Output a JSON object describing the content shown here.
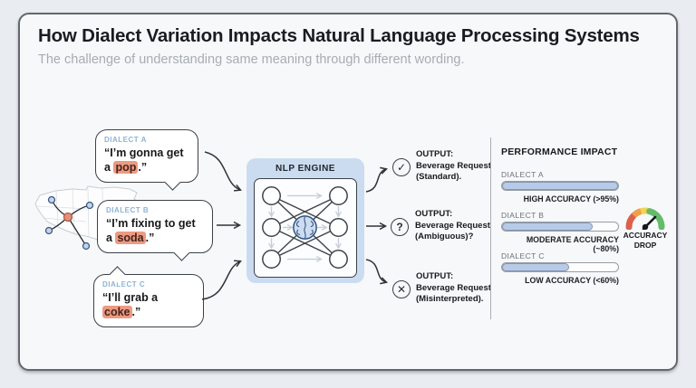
{
  "header": {
    "title": "How Dialect Variation Impacts Natural Language Processing Systems",
    "subtitle": "The challenge of understanding same meaning through different wording."
  },
  "engine": {
    "title": "NLP ENGINE"
  },
  "dialects": [
    {
      "label": "DIALECT A",
      "pre": "“I’m gonna get a ",
      "highlight": "pop",
      "post": ".”"
    },
    {
      "label": "DIALECT B",
      "pre": "“I’m fixing to get a ",
      "highlight": "soda",
      "post": ".”"
    },
    {
      "label": "DIALECT C",
      "pre": "“I’ll grab a ",
      "highlight": "coke",
      "post": ".”"
    }
  ],
  "outputs": [
    {
      "icon": "check-circle",
      "glyph": "✓",
      "line1": "OUTPUT:",
      "line2": "Beverage Request",
      "line3": "(Standard)."
    },
    {
      "icon": "question-circle",
      "glyph": "?",
      "line1": "OUTPUT:",
      "line2": "Beverage Request",
      "line3": "(Ambiguous)?"
    },
    {
      "icon": "cross-circle",
      "glyph": "✕",
      "line1": "OUTPUT:",
      "line2": "Beverage Request",
      "line3": "(Misinterpreted)."
    }
  ],
  "performance": {
    "title": "PERFORMANCE IMPACT",
    "bars": [
      {
        "label": "DIALECT A",
        "caption": "HIGH ACCURACY (>95%)",
        "percent": 100
      },
      {
        "label": "DIALECT B",
        "caption": "MODERATE ACCURACY (~80%)",
        "percent": 78
      },
      {
        "label": "DIALECT C",
        "caption": "LOW ACCURACY (<60%)",
        "percent": 58
      }
    ]
  },
  "gauge": {
    "label": "ACCURACY DROP"
  },
  "colors": {
    "highlight_bg": "#ec9a82",
    "dialect_label_blue": "#8fb2d4",
    "engine_bg": "#cbdcf1",
    "bar_fill": "#b7cbe8",
    "gauge_red": "#dd5f4e",
    "gauge_orange": "#ef9f4c",
    "gauge_yellow": "#f2d44f",
    "gauge_green": "#64bb6a"
  }
}
